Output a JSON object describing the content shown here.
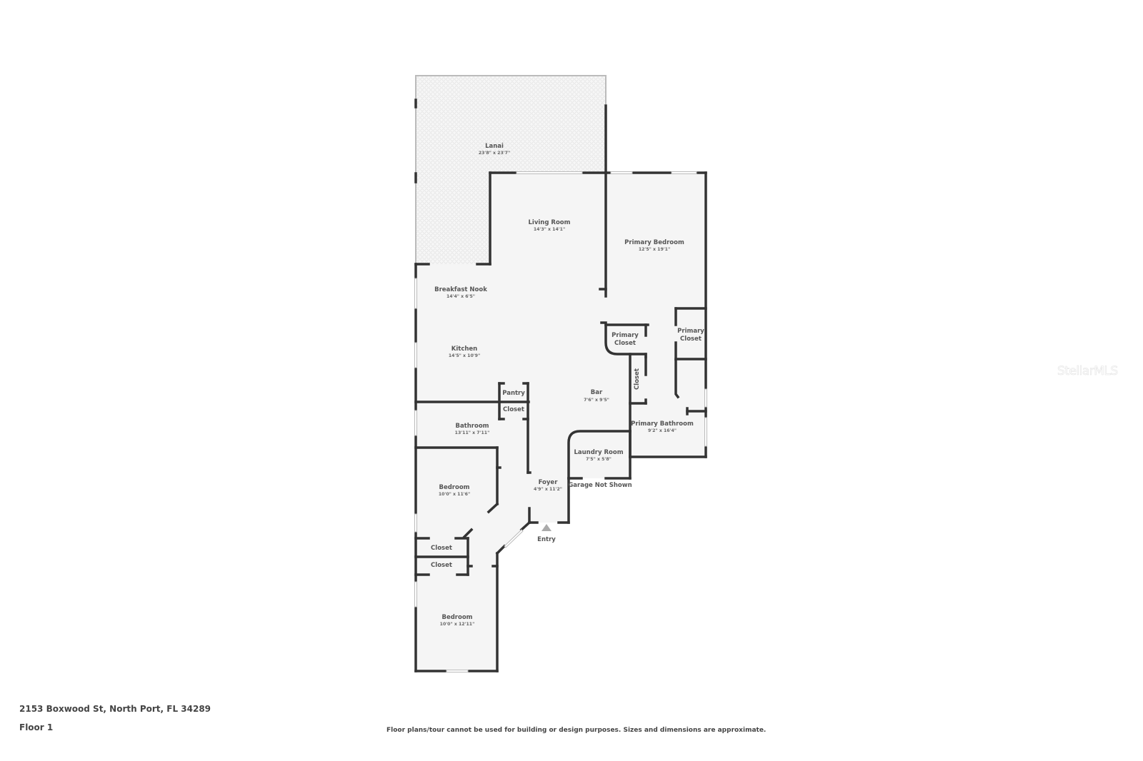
{
  "property": {
    "address": "2153 Boxwood St, North Port, FL 34289",
    "floor": "Floor 1",
    "disclaimer": "Floor plans/tour cannot be used for building or design purposes. Sizes and dimensions are approximate.",
    "watermark": "StellarMLS"
  },
  "colors": {
    "wall": "#333333",
    "floor": "#f5f5f5",
    "lanai_pattern": "#e6e6e6",
    "window": "#ffffff",
    "text": "#555555"
  },
  "rooms": {
    "lanai": {
      "name": "Lanai",
      "dims": "23'8\" x 23'7\""
    },
    "living_room": {
      "name": "Living Room",
      "dims": "14'3\" x 14'1\""
    },
    "primary_bedroom": {
      "name": "Primary Bedroom",
      "dims": "12'5\" x 19'1\""
    },
    "breakfast_nook": {
      "name": "Breakfast Nook",
      "dims": "14'4\" x 6'5\""
    },
    "kitchen": {
      "name": "Kitchen",
      "dims": "14'5\" x 10'9\""
    },
    "primary_closet_1": {
      "name": "Primary",
      "name2": "Closet"
    },
    "primary_closet_2": {
      "name": "Primary",
      "name2": "Closet"
    },
    "closet_vertical": {
      "name": "Closet"
    },
    "bar": {
      "name": "Bar",
      "dims": "7'6\" x 9'5\""
    },
    "pantry": {
      "name": "Pantry"
    },
    "closet_kitchen": {
      "name": "Closet"
    },
    "bathroom": {
      "name": "Bathroom",
      "dims": "13'11\" x 7'11\""
    },
    "primary_bathroom": {
      "name": "Primary Bathroom",
      "dims": "9'2\" x 16'4\""
    },
    "laundry_room": {
      "name": "Laundry Room",
      "dims": "7'5\" x 5'8\""
    },
    "garage_note": {
      "name": "Garage Not Shown"
    },
    "bedroom_1": {
      "name": "Bedroom",
      "dims": "10'0\" x 11'6\""
    },
    "foyer": {
      "name": "Foyer",
      "dims": "4'9\" x 11'2\""
    },
    "entry": {
      "name": "Entry"
    },
    "closet_bed_1": {
      "name": "Closet"
    },
    "closet_bed_2": {
      "name": "Closet"
    },
    "bedroom_2": {
      "name": "Bedroom",
      "dims": "10'0\" x 12'11\""
    }
  }
}
